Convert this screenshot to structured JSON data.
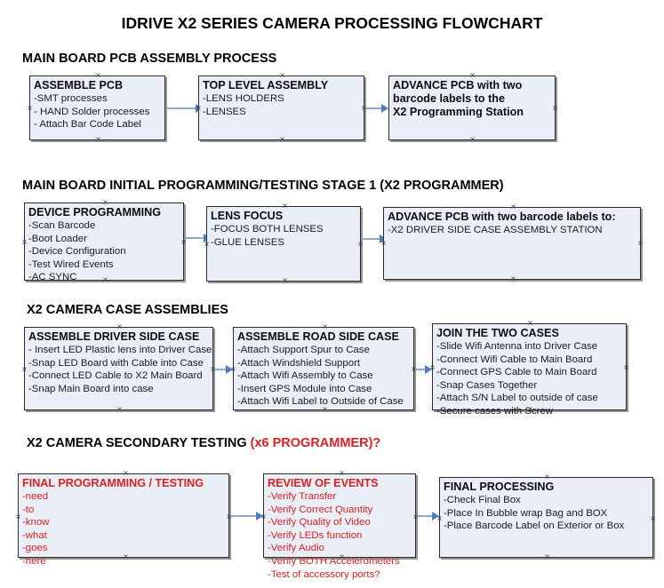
{
  "document": {
    "title": "IDRIVE X2  SERIES CAMERA PROCESSING FLOWCHART"
  },
  "sections": [
    {
      "id": "main-board-pcb-assembly-process",
      "heading": "MAIN BOARD PCB ASSEMBLY PROCESS",
      "heading_accent": "",
      "boxes": [
        {
          "id": "assemble-pcb",
          "title": "ASSEMBLE PCB",
          "lines": [
            " -SMT processes",
            "- HAND Solder processes",
            "- Attach Bar Code Label"
          ],
          "color": "black"
        },
        {
          "id": "top-level-assembly",
          "title": "TOP LEVEL ASSEMBLY",
          "lines": [
            "-LENS HOLDERS",
            "-LENSES"
          ],
          "color": "black"
        },
        {
          "id": "advance-pcb-to-x2-programming-station",
          "title": "ADVANCE PCB with two",
          "lines": [
            "barcode labels to the",
            " X2 Programming Station"
          ],
          "color": "black",
          "bold_lines": true
        }
      ]
    },
    {
      "id": "main-board-initial-programming",
      "heading": "MAIN BOARD INITIAL PROGRAMMING/TESTING STAGE 1 (X2 PROGRAMMER)",
      "heading_accent": "",
      "boxes": [
        {
          "id": "device-programming",
          "title": "DEVICE PROGRAMMING",
          "lines": [
            "-Scan Barcode",
            "-Boot Loader",
            "-Device Configuration",
            "-Test Wired Events",
            "-AC SYNC"
          ],
          "color": "black"
        },
        {
          "id": "lens-focus",
          "title": "LENS FOCUS",
          "lines": [
            "-FOCUS BOTH LENSES",
            "-GLUE LENSES"
          ],
          "color": "black"
        },
        {
          "id": "advance-pcb-to-driver-side-case-assembly",
          "title": "ADVANCE PCB with two barcode labels to:",
          "lines": [
            "-X2 DRIVER  SIDE  CASE  ASSEMBLY STATION"
          ],
          "color": "black"
        }
      ]
    },
    {
      "id": "x2-camera-case-assemblies",
      "heading": "X2 CAMERA CASE ASSEMBLIES",
      "heading_accent": "",
      "boxes": [
        {
          "id": "assemble-driver-side-case",
          "title": "ASSEMBLE DRIVER SIDE CASE",
          "lines": [
            "- Insert LED Plastic lens into Driver Case",
            "-Snap LED Board with Cable into Case",
            "-Connect LED Cable to X2 Main Board",
            "-Snap Main Board into case"
          ],
          "color": "black"
        },
        {
          "id": "assemble-road-side-case",
          "title": "ASSEMBLE ROAD SIDE CASE",
          "lines": [
            "-Attach Support Spur to Case",
            "-Attach Windshield Support",
            "-Attach Wifi Assembly to Case",
            "-Insert GPS Module into Case",
            "-Attach Wifi Label to Outside of Case"
          ],
          "color": "black"
        },
        {
          "id": "join-the-two-cases",
          "title": "JOIN THE TWO CASES",
          "lines": [
            "-Slide Wifi Antenna into Driver Case",
            "-Connect Wifi Cable to Main Board",
            "-Connect GPS Cable to Main Board",
            "-Snap Cases Together",
            "-Attach S/N Label to outside of case",
            "-Secure cases with Screw"
          ],
          "color": "black"
        }
      ]
    },
    {
      "id": "x2-camera-secondary-testing",
      "heading": "X2 CAMERA SECONDARY TESTING ",
      "heading_accent": "(x6 PROGRAMMER)?",
      "boxes": [
        {
          "id": "final-programming-testing",
          "title": "FINAL PROGRAMMING / TESTING",
          "lines": [
            "-need",
            "-to",
            "-know",
            "-what",
            "-goes",
            "-here"
          ],
          "color": "red"
        },
        {
          "id": "review-of-events",
          "title": "REVIEW OF EVENTS",
          "lines": [
            "-Verify Transfer",
            "-Verify Correct Quantity",
            "-Verify Quality of Video",
            "-Verify LEDs function",
            "-Verify Audio",
            "-Verify BOTH Accelerometers",
            "-Test of accessory ports?"
          ],
          "color": "red"
        },
        {
          "id": "final-processing",
          "title": "FINAL PROCESSING",
          "lines": [
            " -Check Final Box",
            "-Place In Bubble wrap Bag and BOX",
            "-Place Barcode Label on Exterior or Box"
          ],
          "color": "black"
        }
      ]
    }
  ],
  "colors": {
    "box_fill": "#eaeff7",
    "box_border": "#2b2b2b",
    "connector": "#8fa9c4",
    "arrow_head": "#4d7dbf",
    "accent_red": "#e02020",
    "text": "#111111",
    "background": "#ffffff"
  },
  "connectors": [
    {
      "id": "conn-assemble-pcb-to-top-level-assembly",
      "label": "arrow"
    },
    {
      "id": "conn-top-level-assembly-to-advance-pcb",
      "label": "arrow"
    },
    {
      "id": "conn-device-programming-to-lens-focus",
      "label": "arrow"
    },
    {
      "id": "conn-lens-focus-to-advance-pcb",
      "label": "arrow"
    },
    {
      "id": "conn-driver-side-to-road-side",
      "label": "arrow"
    },
    {
      "id": "conn-road-side-to-join-cases",
      "label": "arrow"
    },
    {
      "id": "conn-final-programming-to-review",
      "label": "arrow"
    },
    {
      "id": "conn-review-to-final-processing",
      "label": "arrow"
    }
  ]
}
